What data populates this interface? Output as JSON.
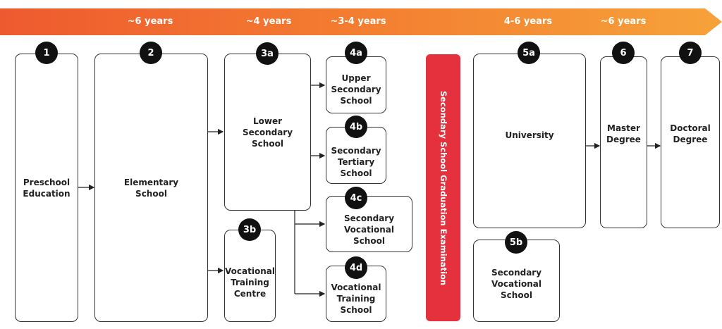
{
  "banner": {
    "durations": [
      "~6 years",
      "~4 years",
      "~3-4 years",
      "4-6 years",
      "~6 years"
    ]
  },
  "nodes": {
    "n1": {
      "badge": "1",
      "label": "Preschool\nEducation"
    },
    "n2": {
      "badge": "2",
      "label": "Elementary\nSchool"
    },
    "n3a": {
      "badge": "3a",
      "label": "Lower\nSecondary\nSchool"
    },
    "n3b": {
      "badge": "3b",
      "label": "Vocational\nTraining\nCentre"
    },
    "n4a": {
      "badge": "4a",
      "label": "Upper\nSecondary\nSchool"
    },
    "n4b": {
      "badge": "4b",
      "label": "Secondary\nTertiary\nSchool"
    },
    "n4c": {
      "badge": "4c",
      "label": "Secondary\nVocational\nSchool"
    },
    "n4d": {
      "badge": "4d",
      "label": "Vocational\nTraining\nSchool"
    },
    "n5a": {
      "badge": "5a",
      "label": "University"
    },
    "n5b": {
      "badge": "5b",
      "label": "Secondary\nVocational\nSchool"
    },
    "n6": {
      "badge": "6",
      "label": "Master\nDegree"
    },
    "n7": {
      "badge": "7",
      "label": "Doctoral\nDegree"
    }
  },
  "exam": {
    "label": "Secondary School Graduation Examination"
  },
  "colors": {
    "banner_start": "#ee5a2f",
    "banner_end": "#f6a23a",
    "exam": "#e5303e",
    "badge": "#111111"
  }
}
